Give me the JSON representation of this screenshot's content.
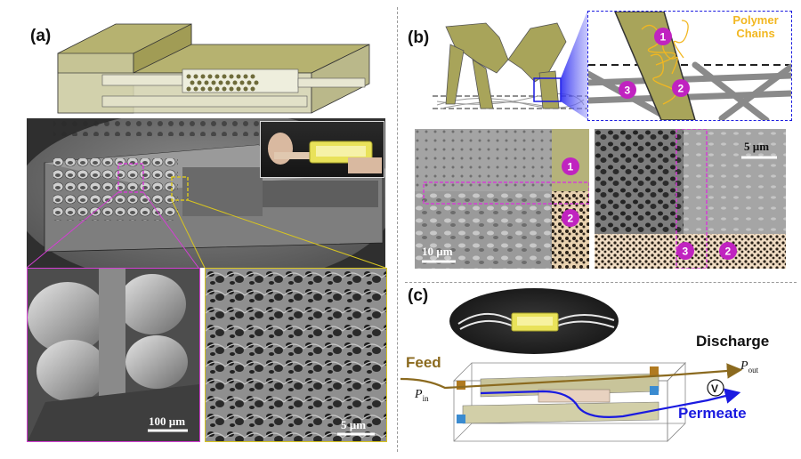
{
  "panels": {
    "a": {
      "label": "(a)",
      "scalebar_left": "100 µm",
      "scalebar_right": "5 µm"
    },
    "b": {
      "label": "(b)",
      "inset_title": "Polymer Chains",
      "markers": [
        "1",
        "2",
        "3"
      ],
      "scalebar_left": "10 µm",
      "scalebar_right": "5 µm"
    },
    "c": {
      "label": "(c)",
      "feed_label": "Feed",
      "discharge_label": "Discharge",
      "permeate_label": "Permeate",
      "p_in_main": "P",
      "p_in_sub": "in",
      "p_out_main": "P",
      "p_out_sub": "out",
      "valve_symbol": "V"
    }
  },
  "colors": {
    "olive": "#a8a45a",
    "magenta": "#d43fd4",
    "yellow_box": "#d8c520",
    "polymer": "#f2b720",
    "feed": "#8b6a1f",
    "permeate": "#1a1ae0",
    "purple_marker": "#c023c0"
  }
}
